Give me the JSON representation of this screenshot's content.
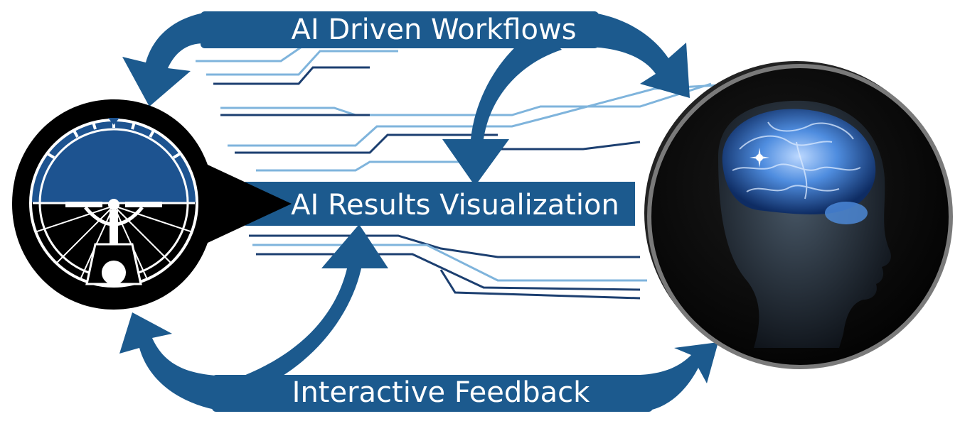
{
  "labels": {
    "top": "AI Driven Workflows",
    "middle": "AI Results Visualization",
    "bottom": "Interactive Feedback"
  },
  "colors": {
    "arrow_blue": "#1c5a8e",
    "line_light": "#7fb4dc",
    "line_dark": "#1c3f70",
    "instrument_sky": "#1d5390",
    "instrument_ground": "#000000",
    "brain_glow": "#6aa6ff",
    "text": "#ffffff"
  },
  "icons": {
    "left": "attitude-indicator-icon",
    "right": "brain-head-icon"
  }
}
